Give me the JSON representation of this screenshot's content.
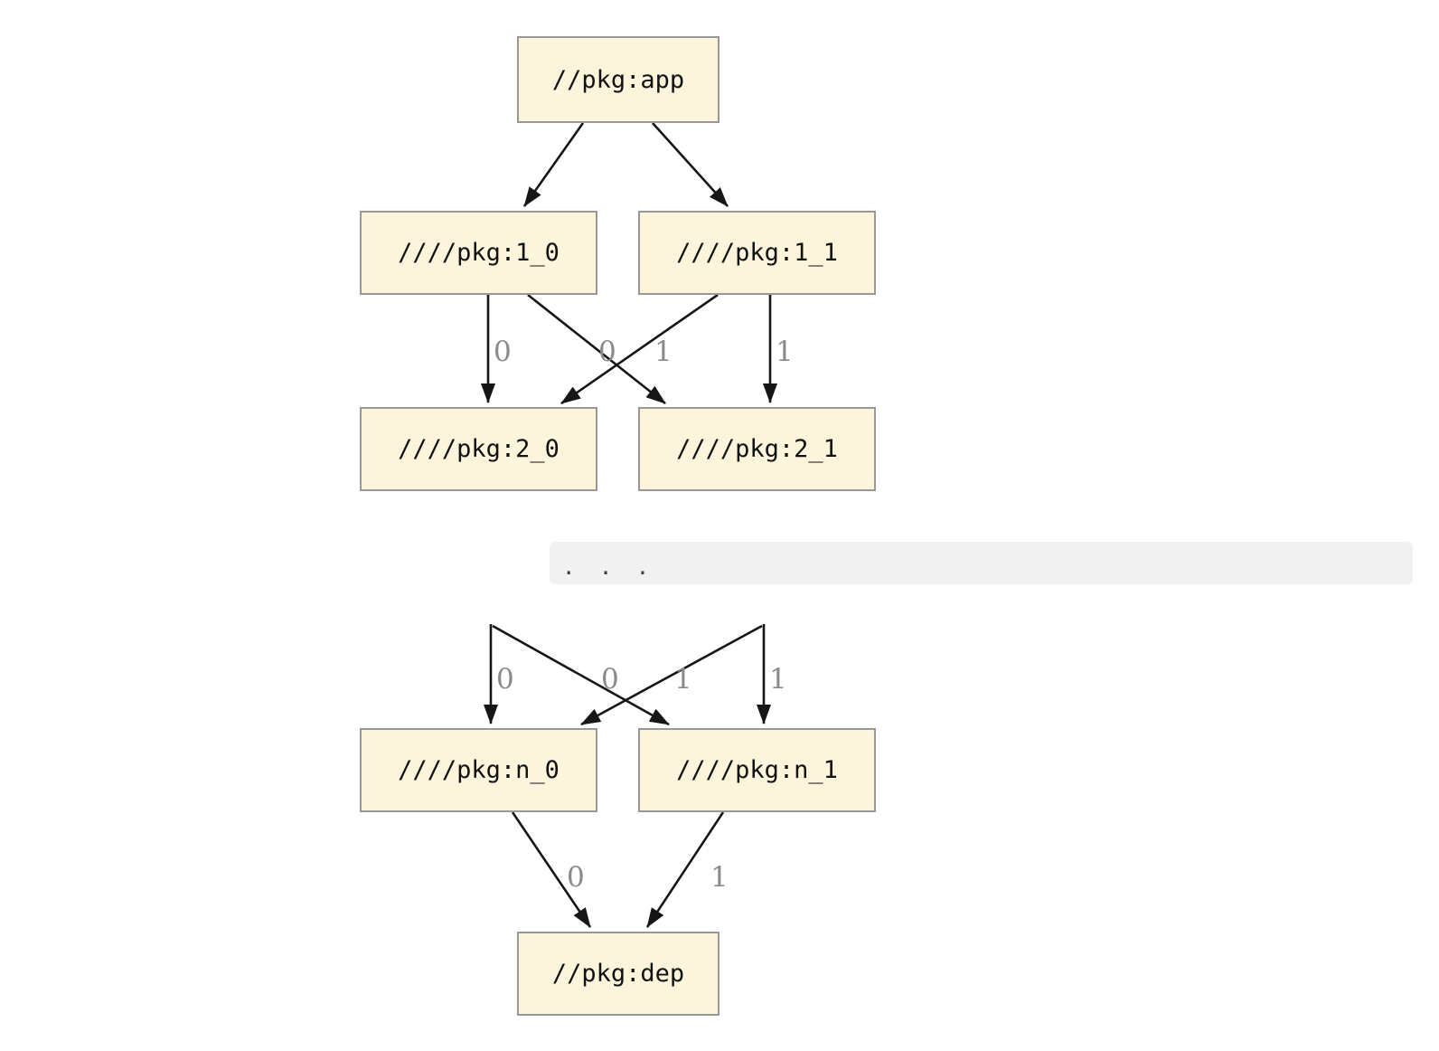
{
  "figure": {
    "description": "dependency-graph",
    "nodes": {
      "app": "//pkg:app",
      "p1_0": "////pkg:1_0",
      "p1_1": "////pkg:1_1",
      "p2_0": "////pkg:2_0",
      "p2_1": "////pkg:2_1",
      "pn_0": "////pkg:n_0",
      "pn_1": "////pkg:n_1",
      "dep": "//pkg:dep"
    },
    "edges": [
      {
        "from": "//pkg:app",
        "to": "////pkg:1_0",
        "label": ""
      },
      {
        "from": "//pkg:app",
        "to": "////pkg:1_1",
        "label": ""
      },
      {
        "from": "////pkg:1_0",
        "to": "////pkg:2_0",
        "label": "0"
      },
      {
        "from": "////pkg:1_0",
        "to": "////pkg:2_1",
        "label": "1"
      },
      {
        "from": "////pkg:1_1",
        "to": "////pkg:2_0",
        "label": "0"
      },
      {
        "from": "////pkg:1_1",
        "to": "////pkg:2_1",
        "label": "1"
      },
      {
        "from": "...",
        "to": "////pkg:n_0",
        "label": "0"
      },
      {
        "from": "...",
        "to": "////pkg:n_1",
        "label": "1"
      },
      {
        "from": "...",
        "to": "////pkg:n_0",
        "label": "0"
      },
      {
        "from": "...",
        "to": "////pkg:n_1",
        "label": "1"
      },
      {
        "from": "////pkg:n_0",
        "to": "//pkg:dep",
        "label": "0"
      },
      {
        "from": "////pkg:n_1",
        "to": "//pkg:dep",
        "label": "1"
      }
    ],
    "ellipsis": ". . .",
    "colors": {
      "node_fill": "#fcf5dc",
      "node_border": "#989898",
      "edge_color": "#161616",
      "edge_label_color": "#8a8a8a",
      "code_block_bg": "#f1f1f1",
      "code_text_color": "#3a3a3a"
    }
  }
}
